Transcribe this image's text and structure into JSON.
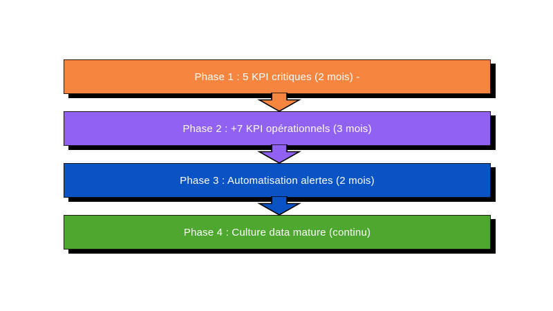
{
  "diagram": {
    "background_color": "#ffffff",
    "shadow_color": "#000000",
    "outline_color": "#140c04",
    "text_color": "#ffffff",
    "phases": [
      {
        "id": 1,
        "label": "Phase 1 : 5 KPI critiques (2 mois) -",
        "color": "#F5853F"
      },
      {
        "id": 2,
        "label": "Phase 2 : +7 KPI opérationnels (3 mois)",
        "color": "#9161F1"
      },
      {
        "id": 3,
        "label": "Phase 3 : Automatisation alertes (2 mois)",
        "color": "#0A53C4"
      },
      {
        "id": 4,
        "label": "Phase 4 : Culture data mature (continu)",
        "color": "#4EA72E"
      }
    ],
    "arrows": [
      {
        "from": 1,
        "to": 2,
        "color": "#F5853F"
      },
      {
        "from": 2,
        "to": 3,
        "color": "#9161F1"
      },
      {
        "from": 3,
        "to": 4,
        "color": "#0A53C4"
      }
    ]
  }
}
